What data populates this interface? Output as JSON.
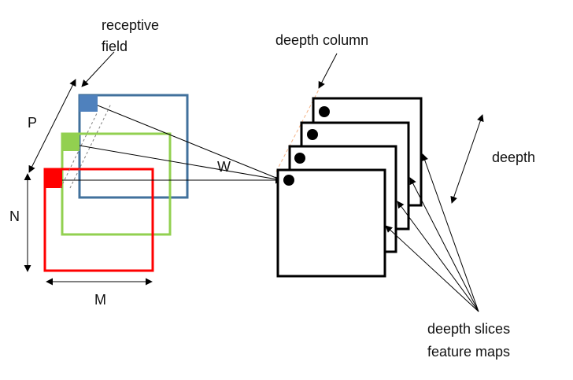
{
  "labels": {
    "receptive_field_line1": "receptive",
    "receptive_field_line2": "field",
    "p": "P",
    "n": "N",
    "m": "M",
    "w": "W",
    "depth_column": "deepth column",
    "depth": "deepth",
    "slices_line1": "deepth slices",
    "slices_line2": "feature maps"
  },
  "colors": {
    "input_back": "#41719c",
    "input_middle": "#92d050",
    "input_front": "#ff0000",
    "receptive_back": "#4f81bd",
    "receptive_middle": "#92d050",
    "receptive_front": "#ff0000",
    "depth_column": "#f4b183",
    "outline": "#000000"
  }
}
